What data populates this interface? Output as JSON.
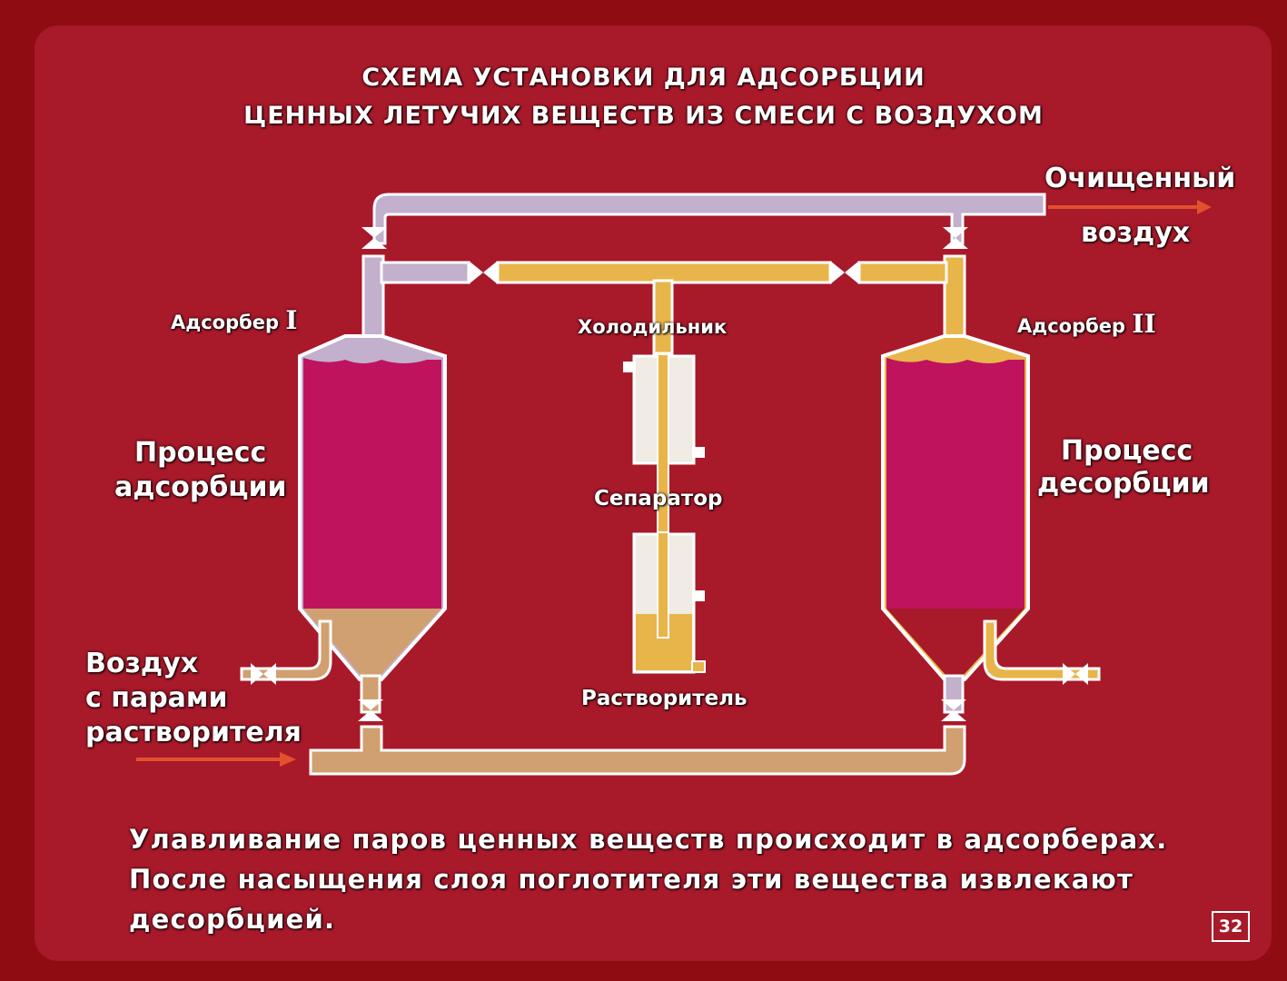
{
  "title": {
    "line1": "СХЕМА УСТАНОВКИ ДЛЯ АДСОРБЦИИ",
    "line2": "ЦЕННЫХ ЛЕТУЧИХ ВЕЩЕСТВ ИЗ СМЕСИ С ВОЗДУХОМ"
  },
  "labels": {
    "clean_air_1": "Очищенный",
    "clean_air_2": "воздух",
    "adsorber_1": "Адсорбер",
    "adsorber_1_num": "I",
    "adsorber_2": "Адсорбер",
    "adsorber_2_num": "II",
    "cooler": "Холодильник",
    "separator": "Сепаратор",
    "solvent": "Растворитель",
    "adsorption_1": "Процесс",
    "adsorption_2": "адсорбции",
    "desorption_1": "Процесс",
    "desorption_2": "десорбции",
    "inlet_1": "Воздух",
    "inlet_2": "с парами",
    "inlet_3": "растворителя"
  },
  "caption": {
    "line1": "Улавливание паров ценных веществ происходит в адсорберах.",
    "line2": "После насыщения слоя поглотителя эти вещества извлекают",
    "line3": "десорбцией."
  },
  "page_number": "32",
  "colors": {
    "background": "#a8192a",
    "adsorbent": "#c0135e",
    "air_pipe": "#c2b0cc",
    "vapor_pipe": "#e8b54a",
    "arrow": "#e2502e"
  }
}
